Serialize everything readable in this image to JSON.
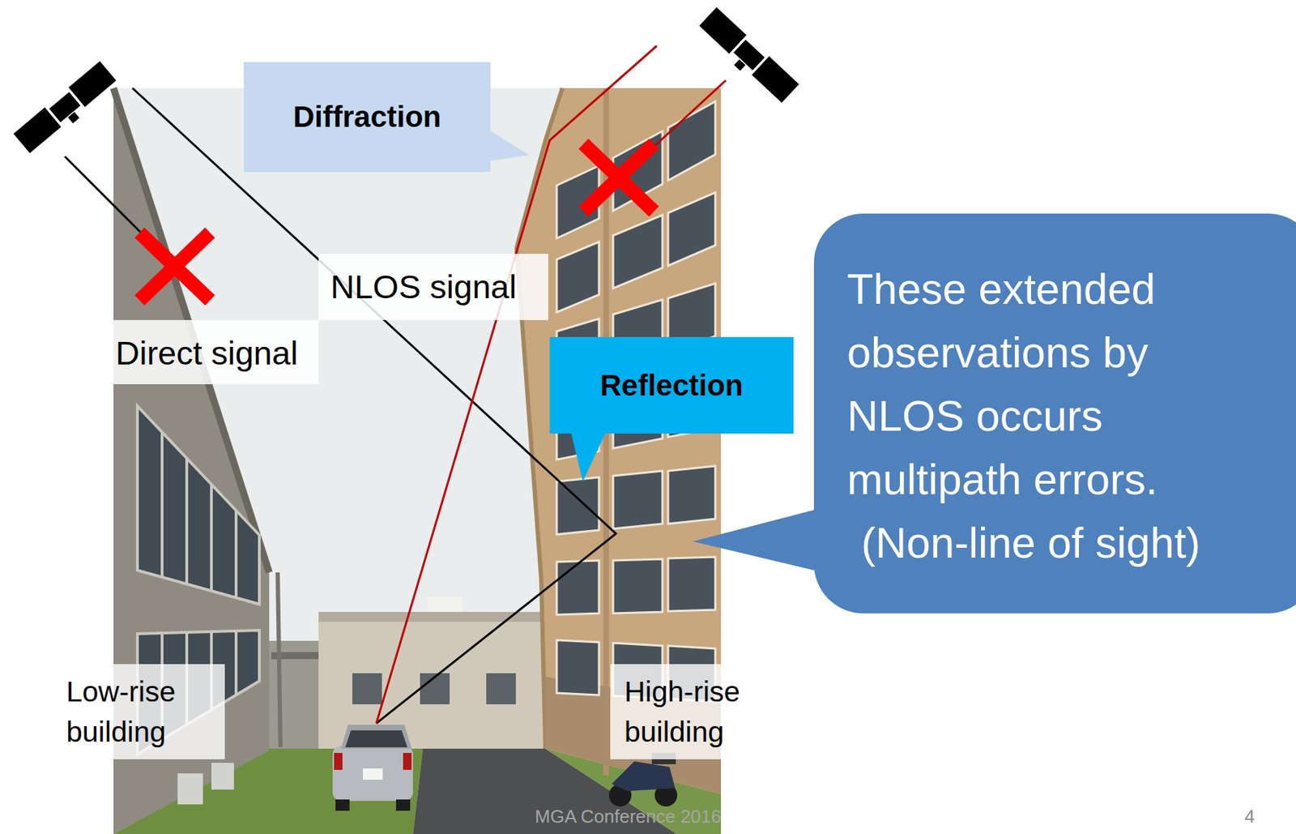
{
  "diagram": {
    "nodes": [
      {
        "text": [
          "Diffraction"
        ]
      },
      {
        "text": [
          "Reflection"
        ]
      },
      {
        "text": [
          "These extended observations by NLOS occurs multipath errors.",
          "(Non-line of sight)"
        ]
      }
    ],
    "labels": [
      "NLOS signal",
      "Direct signal",
      "Low-rise building",
      "High-rise building",
      "MGA Conference 2016",
      "4"
    ]
  }
}
